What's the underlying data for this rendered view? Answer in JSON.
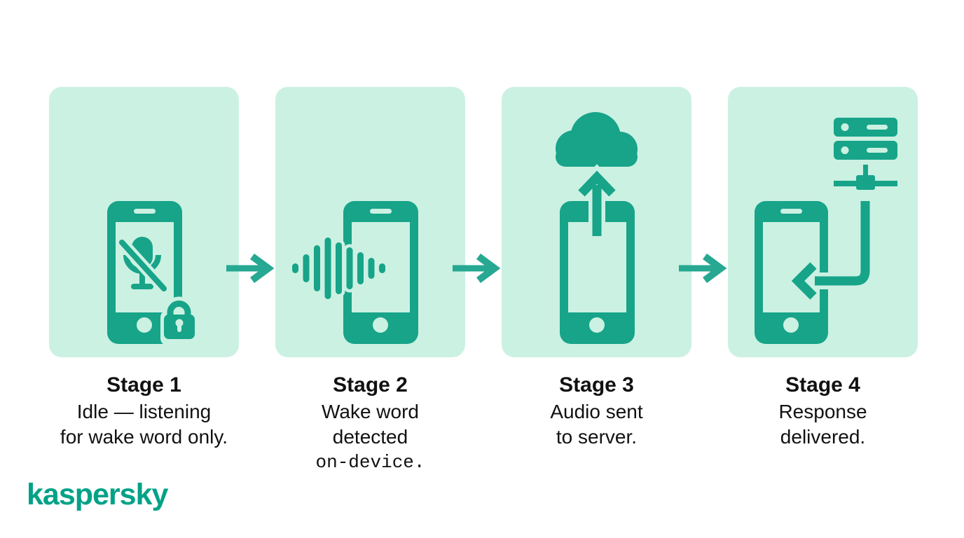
{
  "page": {
    "background_color": "#ffffff"
  },
  "palette": {
    "card_background": "#cbf1e2",
    "icon_teal": "#17a489",
    "arrow_teal": "#26a892",
    "text_color": "#111111"
  },
  "brand": {
    "logo_text": "kaspersky",
    "logo_color": "#00a287"
  },
  "stages": [
    {
      "title": "Stage 1",
      "lines": [
        "Idle — listening",
        "for wake word only."
      ],
      "icon": "phone-muted-mic-lock-icon"
    },
    {
      "title": "Stage 2",
      "lines": [
        "Wake word",
        "detected"
      ],
      "mono_line": "on-device.",
      "icon": "phone-wake-word-waveform-icon"
    },
    {
      "title": "Stage 3",
      "lines": [
        "Audio sent",
        "to server."
      ],
      "icon": "phone-upload-to-cloud-icon"
    },
    {
      "title": "Stage 4",
      "lines": [
        "Response",
        "delivered."
      ],
      "icon": "server-response-to-phone-icon"
    }
  ],
  "flow_arrows": {
    "count": 3,
    "direction": "right"
  }
}
